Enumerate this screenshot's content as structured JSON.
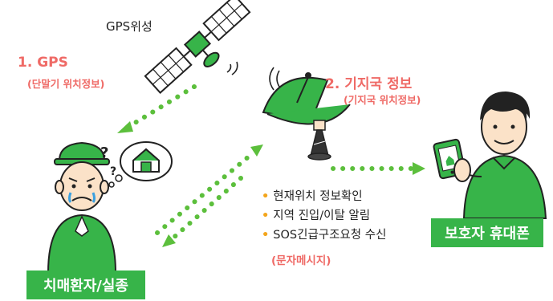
{
  "satellite": {
    "label": "GPS위성"
  },
  "steps": [
    {
      "title": "1. GPS",
      "subtitle": "(단말기 위치정보)"
    },
    {
      "title": "2. 기지국 정보",
      "subtitle": "(기지국 위치정보)"
    }
  ],
  "features": [
    "현재위치 정보확인",
    "지역 진입/이탈 알림",
    "SOS긴급구조요청 수신"
  ],
  "features_sub": "(문자메시지)",
  "badges": {
    "guardian": "보호자 휴대폰",
    "patient": "치매환자/실종"
  },
  "colors": {
    "green": "#37b449",
    "red_label": "#ef6a66",
    "bullet": "#f3a51c",
    "dots": "#5cbf3c"
  },
  "icons": [
    "satellite-icon",
    "antenna-icon",
    "patient-icon",
    "thought-bubble-icon",
    "guardian-icon",
    "phone-icon"
  ]
}
